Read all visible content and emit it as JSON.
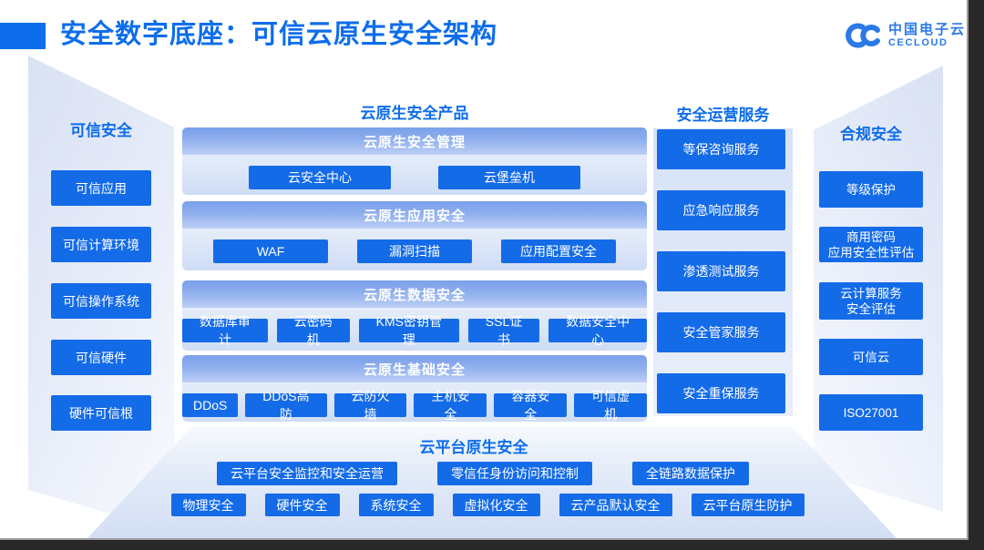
{
  "header": {
    "title": "安全数字底座：可信云原生安全架构",
    "logo": {
      "icon": "cecloud-double-c-icon",
      "name": "中国电子云",
      "subtitle": "CECLOUD"
    }
  },
  "colors": {
    "primary_blue": "#0D6DEA",
    "button_blue": "#146BE8",
    "banner_gradient_top": "#7AA0E9",
    "banner_gradient_bottom": "#BECFF5",
    "panel_light_blue": "#DDE6F7",
    "frame_dark": "#282828"
  },
  "trusted_security": {
    "title": "可信安全",
    "items": [
      "可信应用",
      "可信计算环境",
      "可信操作系统",
      "可信硬件",
      "硬件可信根"
    ]
  },
  "products": {
    "title": "云原生安全产品",
    "sections": [
      {
        "title": "云原生安全管理",
        "items": [
          "云安全中心",
          "云堡垒机"
        ]
      },
      {
        "title": "云原生应用安全",
        "items": [
          "WAF",
          "漏洞扫描",
          "应用配置安全"
        ]
      },
      {
        "title": "云原生数据安全",
        "items": [
          "数据库审计",
          "云密码机",
          "KMS密钥管理",
          "SSL证书",
          "数据安全中心"
        ]
      },
      {
        "title": "云原生基础安全",
        "items": [
          "DDoS",
          "DDoS高防",
          "云防火墙",
          "主机安全",
          "容器安全",
          "可信虚机"
        ]
      }
    ]
  },
  "operation_services": {
    "title": "安全运营服务",
    "items": [
      "等保咨询服务",
      "应急响应服务",
      "渗透测试服务",
      "安全管家服务",
      "安全重保服务"
    ]
  },
  "compliance": {
    "title": "合规安全",
    "items": [
      {
        "lines": [
          "等级保护"
        ]
      },
      {
        "lines": [
          "商用密码",
          "应用安全性评估"
        ]
      },
      {
        "lines": [
          "云计算服务",
          "安全评估"
        ]
      },
      {
        "lines": [
          "可信云"
        ]
      },
      {
        "lines": [
          "ISO27001"
        ]
      }
    ]
  },
  "platform": {
    "title": "云平台原生安全",
    "row1": [
      "云平台安全监控和安全运营",
      "零信任身份访问和控制",
      "全链路数据保护"
    ],
    "row2": [
      "物理安全",
      "硬件安全",
      "系统安全",
      "虚拟化安全",
      "云产品默认安全",
      "云平台原生防护"
    ]
  }
}
